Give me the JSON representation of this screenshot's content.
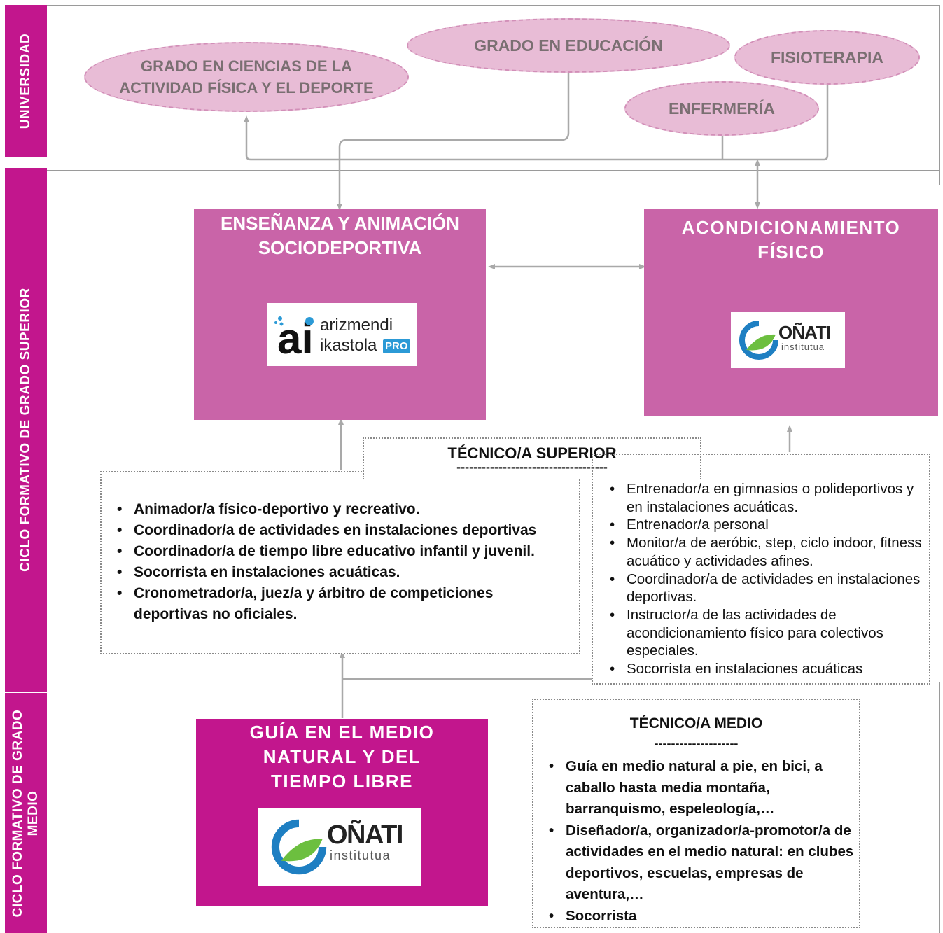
{
  "sidebar": {
    "universidad": "UNIVERSIDAD",
    "superior": "CICLO FORMATIVO DE GRADO SUPERIOR",
    "medio": "CICLO FORMATIVO DE GRADO MEDIO"
  },
  "universidad": {
    "cafd": "GRADO EN CIENCIAS DE LA ACTIVIDAD FÍSICA Y EL DEPORTE",
    "educacion": "GRADO EN EDUCACIÓN",
    "fisioterapia": "FISIOTERAPIA",
    "enfermeria": "ENFERMERÍA"
  },
  "superior": {
    "ensenanza_title": "ENSEÑANZA Y ANIMACIÓN SOCIODEPORTIVA",
    "acond_title": "ACONDICIONAMIENTO FÍSICO",
    "tecnico_header": "TÉCNICO/A SUPERIOR",
    "tecnico_rule": "------------------------------------",
    "left_list": [
      "Animador/a físico-deportivo y recreativo.",
      "Coordinador/a de actividades en instalaciones deportivas",
      "Coordinador/a de tiempo libre educativo infantil y juvenil.",
      "Socorrista en instalaciones acuáticas.",
      "Cronometrador/a, juez/a y árbitro de competiciones deportivas no oficiales."
    ],
    "right_list": [
      "Entrenador/a en gimnasios o polideportivos y en instalaciones acuáticas.",
      "Entrenador/a personal",
      "Monitor/a de aeróbic, step, ciclo indoor, fitness acuático y actividades afines.",
      "Coordinador/a de actividades en instalaciones deportivas.",
      "Instructor/a de las actividades de acondicionamiento físico para colectivos especiales.",
      "Socorrista en instalaciones acuáticas"
    ]
  },
  "medio": {
    "guia_title": "GUÍA EN EL MEDIO NATURAL Y DEL TIEMPO LIBRE",
    "tecnico_header": "TÉCNICO/A MEDIO",
    "tecnico_rule": "--------------------",
    "list": [
      "Guía en medio natural a pie, en bici, a caballo hasta media montaña, barranquismo, espeleología,…",
      "Diseñador/a, organizador/a-promotor/a de actividades en el medio natural: en clubes deportivos, escuelas, empresas de aventura,…",
      "Socorrista"
    ]
  },
  "logos": {
    "arizmendi_line1": "arizmendi",
    "arizmendi_line2": "ikastola",
    "arizmendi_badge": "PRO",
    "arizmendi_mark": "ai",
    "onati_name": "OÑATI",
    "onati_sub": "institutua"
  },
  "colors": {
    "sidebar": "#c2168d",
    "box_superior": "#c964a8",
    "box_medio": "#c2168d",
    "oval_fill": "#e8bcd6",
    "arrow": "#a9a9a9"
  }
}
